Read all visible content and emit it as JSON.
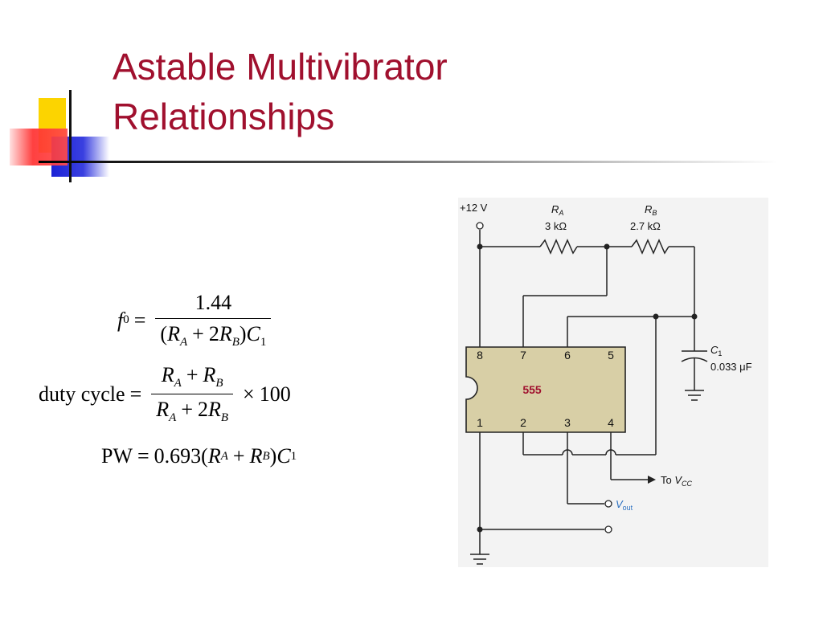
{
  "slide": {
    "title_line1": "Astable Multivibrator",
    "title_line2": "Relationships"
  },
  "formulas": {
    "f0": {
      "lhs_var": "f",
      "lhs_sub": "0",
      "eq": "=",
      "numerator": "1.44",
      "den_open": "(",
      "ra": "R",
      "ra_sub": "A",
      "plus": "+",
      "two": "2",
      "rb": "R",
      "rb_sub": "B",
      "den_close": ")",
      "c": "C",
      "c_sub": "1"
    },
    "duty": {
      "label": "duty cycle",
      "eq": "=",
      "num_ra": "R",
      "num_ra_sub": "A",
      "num_plus": "+",
      "num_rb": "R",
      "num_rb_sub": "B",
      "den_ra": "R",
      "den_ra_sub": "A",
      "den_plus": "+",
      "den_two": "2",
      "den_rb": "R",
      "den_rb_sub": "B",
      "times": "×",
      "hundred": "100"
    },
    "pw": {
      "label": "PW",
      "eq": "=",
      "coef": "0.693(",
      "ra": "R",
      "ra_sub": "A",
      "plus": "+",
      "rb": "R",
      "rb_sub": "B",
      "close": ")",
      "c": "C",
      "c_sub": "1"
    }
  },
  "circuit": {
    "supply": "+12 V",
    "ra_name": "R",
    "ra_sub": "A",
    "ra_value": "3 kΩ",
    "rb_name": "R",
    "rb_sub": "B",
    "rb_value": "2.7 kΩ",
    "c_name": "C",
    "c_sub": "1",
    "c_value": "0.033 μF",
    "chip_label": "555",
    "pins_top": [
      "8",
      "7",
      "6",
      "5"
    ],
    "pins_bottom": [
      "1",
      "2",
      "3",
      "4"
    ],
    "to_vcc": "To ",
    "vcc_v": "V",
    "vcc_sub": "CC",
    "vout_v": "V",
    "vout_sub": "out",
    "colors": {
      "chip_fill": "#d8cfa6",
      "chip_label": "#a0102e",
      "wire": "#222222",
      "title": "#a0102e"
    }
  }
}
